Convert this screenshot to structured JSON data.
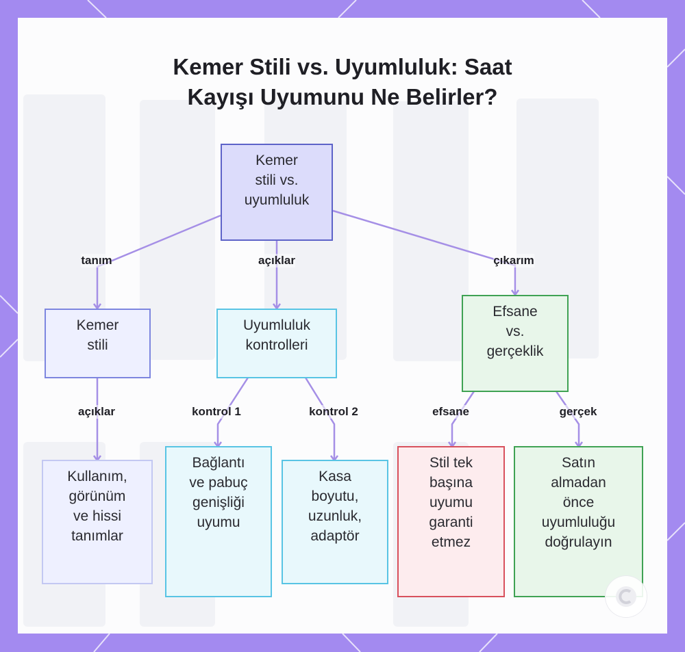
{
  "title": {
    "line1": "Kemer Stili vs. Uyumluluk: Saat",
    "line2": "Kayışı Uyumunu Ne Belirler?"
  },
  "nodes": {
    "root": [
      "Kemer",
      "stili vs.",
      "uyumluluk"
    ],
    "kemer_stili": [
      "Kemer",
      "stili"
    ],
    "uyumluluk_kontrolleri": [
      "Uyumluluk",
      "kontrolleri"
    ],
    "efsane_gerceklik": [
      "Efsane",
      "vs.",
      "gerçeklik"
    ],
    "kullanim": [
      "Kullanım,",
      "görünüm",
      "ve hissi",
      "tanımlar"
    ],
    "baglanti": [
      "Bağlantı",
      "ve pabuç",
      "genişliği",
      "uyumu"
    ],
    "kasa": [
      "Kasa",
      "boyutu,",
      "uzunluk,",
      "adaptör"
    ],
    "stil_tek": [
      "Stil tek",
      "başına",
      "uyumu",
      "garanti",
      "etmez"
    ],
    "satin_almadan": [
      "Satın",
      "almadan",
      "önce",
      "uyumluluğu",
      "doğrulayın"
    ]
  },
  "edges": {
    "tanim": "tanım",
    "aciklar_1": "açıklar",
    "cikarim": "çıkarım",
    "aciklar_2": "açıklar",
    "kontrol_1": "kontrol 1",
    "kontrol_2": "kontrol 2",
    "efsane": "efsane",
    "gercek": "gerçek"
  },
  "colors": {
    "background": "#a38af0",
    "edge": "#a58fe6",
    "root_fill": "#dcdcfb",
    "root_border": "#5d63c8",
    "blue_fill": "#eef0ff",
    "blue_border": "#7d86df",
    "cyan_fill": "#e8f8fc",
    "cyan_border": "#58c4e4",
    "green_fill": "#e8f6ea",
    "green_border": "#3fa253",
    "red_fill": "#fdecee",
    "red_border": "#d8505c"
  },
  "icons": {
    "logo": "brand-logo-icon"
  }
}
